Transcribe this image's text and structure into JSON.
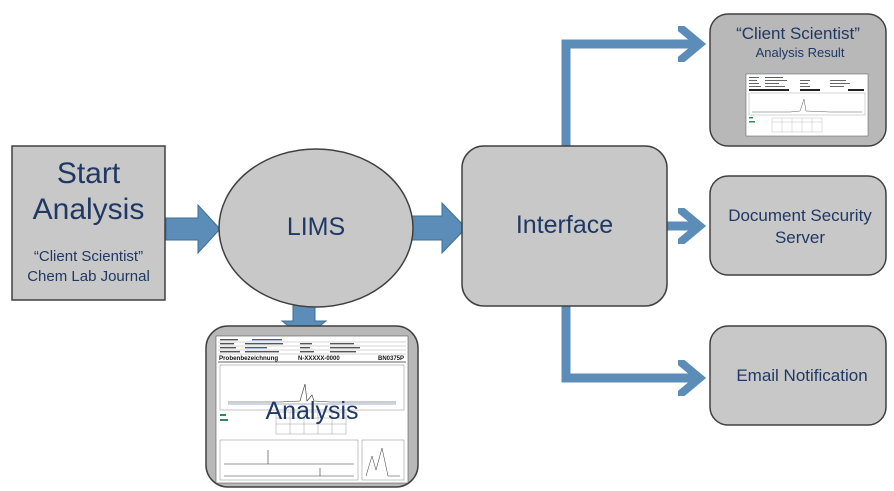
{
  "nodes": {
    "start": {
      "title_line1": "Start",
      "title_line2": "Analysis",
      "sub_line1": "“Client Scientist”",
      "sub_line2": "Chem Lab Journal"
    },
    "lims": {
      "label": "LIMS"
    },
    "analysis": {
      "label": "Analysis"
    },
    "interface": {
      "label": "Interface"
    },
    "result": {
      "line1": "“Client Scientist”",
      "line2": "Analysis Result"
    },
    "security": {
      "line1": "Document Security",
      "line2": "Server"
    },
    "email": {
      "label": "Email Notification"
    },
    "report_header": {
      "name_label": "Probenbezeichnung",
      "sample_id": "N-XXXXX-0000",
      "code": "BN0375P"
    }
  },
  "colors": {
    "box_fill": "#c8c8c8",
    "box_stroke": "#404040",
    "arrow": "#5b8db8",
    "text_blue": "#1f3864"
  },
  "icons": {
    "arrow": "block-arrow",
    "report": "document-thumbnail"
  }
}
